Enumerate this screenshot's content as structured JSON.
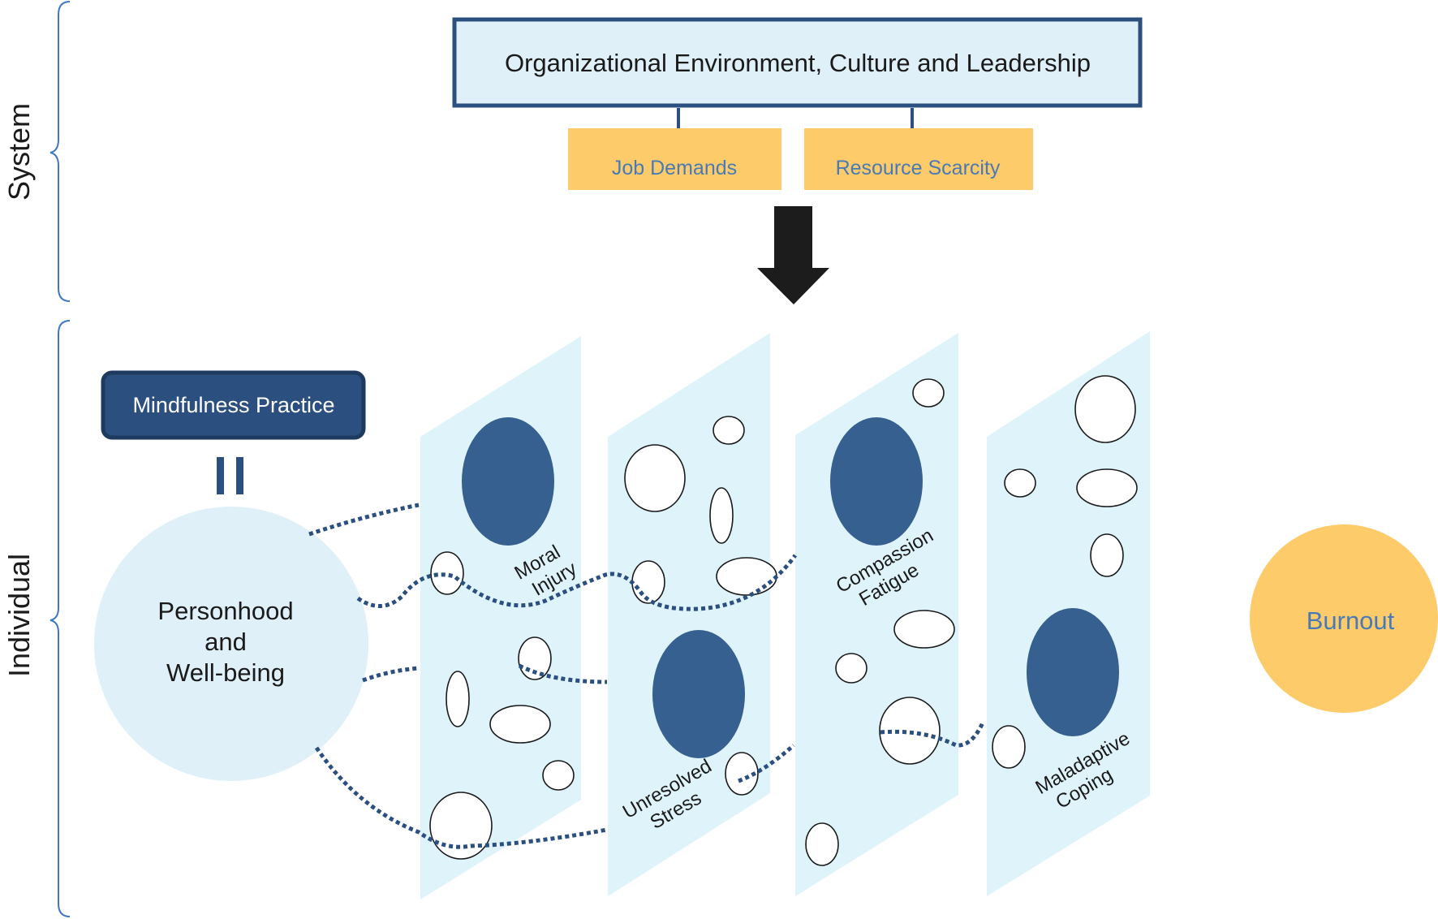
{
  "sections": {
    "system": "System",
    "individual": "Individual"
  },
  "org_box": {
    "label": "Organizational Environment, Culture and Leadership"
  },
  "factors": {
    "job_demands": "Job Demands",
    "resource_scarcity": "Resource Scarcity"
  },
  "mindfulness": {
    "label": "Mindfulness Practice"
  },
  "person": {
    "line1": "Personhood",
    "line2": "and",
    "line3": "Well-being"
  },
  "layers": {
    "moral_injury": {
      "line1": "Moral",
      "line2": "Injury"
    },
    "unresolved_stress": {
      "line1": "Unresolved",
      "line2": "Stress"
    },
    "compassion_fatigue": {
      "line1": "Compassion",
      "line2": "Fatigue"
    },
    "maladaptive_coping": {
      "line1": "Maladaptive",
      "line2": "Coping"
    }
  },
  "burnout": {
    "label": "Burnout"
  },
  "colors": {
    "navy": "#2b4f7e",
    "hole_blue": "#36608f",
    "light_blue": "#dff0f8",
    "panel_blue": "#dff3fb",
    "yellow": "#fdcb6a",
    "label_blue": "#4a7ab5",
    "bracket_blue": "#3f77c4",
    "arrow": "#1c1c1c"
  }
}
